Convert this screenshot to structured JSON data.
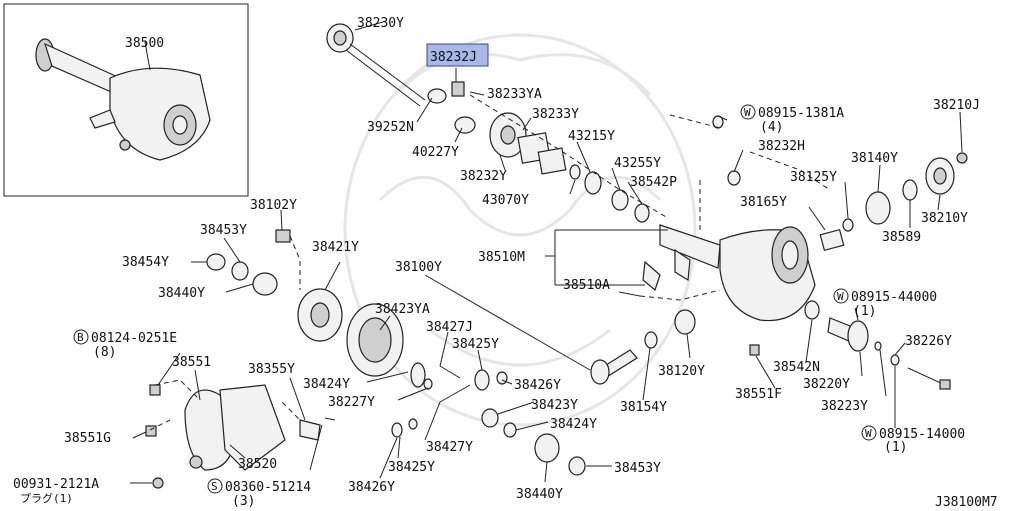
{
  "labels": {
    "p38500": "38500",
    "p38230y": "38230Y",
    "p38232j": "38232",
    "p38232j_suffix": "J",
    "p38233ya": "38233YA",
    "p38233y": "38233Y",
    "p39252n": "39252N",
    "p40227y": "40227Y",
    "p43215y": "43215Y",
    "p38232y": "38232Y",
    "p43255y": "43255Y",
    "p43070y": "43070Y",
    "p38542p": "38542P",
    "w08915_1381a": "08915-1381A",
    "w08915_1381a_qty": "(4)",
    "p38232h": "38232H",
    "p38210j": "38210J",
    "p38140y": "38140Y",
    "p38125y": "38125Y",
    "p38165y": "38165Y",
    "p38210y": "38210Y",
    "p38589": "38589",
    "p38102y": "38102Y",
    "p38453y_a": "38453Y",
    "p38421y": "38421Y",
    "p38454y": "38454Y",
    "p38440y_a": "38440Y",
    "p38100y": "38100Y",
    "p38510m": "38510M",
    "p38510a": "38510A",
    "w08915_44000": "08915-44000",
    "w08915_44000_qty": "(1)",
    "b08124_0251e": "08124-0251E",
    "b08124_0251e_qty": "(8)",
    "p38423ya": "38423YA",
    "p38427j": "38427J",
    "p38425y_a": "38425Y",
    "p38226y": "38226Y",
    "p38551": "38551",
    "p38355y": "38355Y",
    "p38424y_a": "38424Y",
    "p38426y_a": "38426Y",
    "p38120y": "38120Y",
    "p38542n": "38542N",
    "p38220y": "38220Y",
    "p38227y": "38227Y",
    "p38423y": "38423Y",
    "p38154y": "38154Y",
    "p38551f": "38551F",
    "p38223y": "38223Y",
    "p38551g": "38551G",
    "p38424y_b": "38424Y",
    "w08915_14000": "08915-14000",
    "w08915_14000_qty": "(1)",
    "p38520": "38520",
    "p38427y": "38427Y",
    "p38425y_b": "38425Y",
    "p00931_2121a": "00931-2121A",
    "p00931_2121a_sub": "プラグ(1)",
    "s08360_51214": "08360-51214",
    "s08360_51214_qty": "(3)",
    "p38426y_b": "38426Y",
    "p38440y_b": "38440Y",
    "p38453y_b": "38453Y",
    "diagram_code": "J38100M7"
  },
  "symbols": {
    "w": "W",
    "b": "B",
    "s": "S"
  },
  "colors": {
    "highlight": "#a9b8e8",
    "line": "#222222"
  }
}
